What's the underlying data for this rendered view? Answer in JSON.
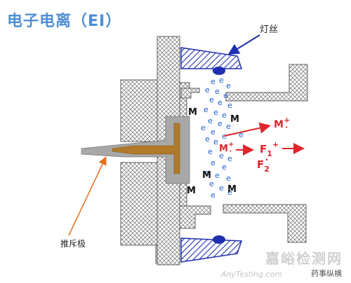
{
  "title": "电子电离（EI）",
  "labels": {
    "filament": "灯丝",
    "repeller": "推斥极"
  },
  "species": {
    "electron": "e",
    "molecule": "M"
  },
  "ions": {
    "molecular_ion_main": "M",
    "molecular_ion_main_sup": "+",
    "molecular_ion_main_dot": "·",
    "molecular_ion_small": "M",
    "molecular_ion_small_sup": "+",
    "molecular_ion_small_dot": "·",
    "fragment_ion_base": "F",
    "fragment_ion_sub": "1",
    "fragment_ion_sup": "+",
    "fragment_radical_base": "F",
    "fragment_radical_sub": "2",
    "fragment_radical_sup": "·"
  },
  "watermark": {
    "main": "嘉峪检测网",
    "sub": "AnyTesting.com",
    "account": "药事纵横"
  },
  "colors": {
    "title": "#4f8fd3",
    "electron": "#1f5fd0",
    "ion": "#e0252b",
    "repeller_arrow": "#e5701e",
    "filament_arrow": "#1f2fb0",
    "hatch": "#1f2fb0"
  }
}
